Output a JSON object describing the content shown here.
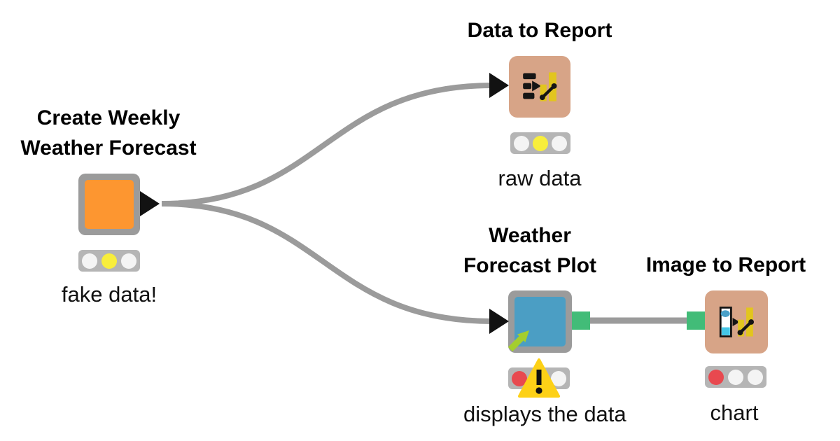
{
  "workflow": {
    "nodes": [
      {
        "id": "create-weekly-weather-forecast",
        "title_line1": "Create Weekly",
        "title_line2": "Weather Forecast",
        "annotation": "fake data!",
        "body_color": "#fd9630",
        "lamps": [
          "off",
          "yellow",
          "off"
        ],
        "has_warning": false,
        "ports": {
          "output": "data-triangle"
        }
      },
      {
        "id": "data-to-report",
        "title_line1": "Data to Report",
        "annotation": "raw data",
        "body_color": "#d7a487",
        "icon": "table-to-report-icon",
        "lamps": [
          "off",
          "yellow",
          "off"
        ],
        "has_warning": false,
        "ports": {
          "input": "data-triangle"
        }
      },
      {
        "id": "weather-forecast-plot",
        "title_line1": "Weather",
        "title_line2": "Forecast Plot",
        "annotation": "displays the data",
        "body_color": "#4b9ec4",
        "lamps": [
          "red",
          "off",
          "off"
        ],
        "has_warning": true,
        "is_component": true,
        "ports": {
          "input": "data-triangle",
          "output": "image-green"
        }
      },
      {
        "id": "image-to-report",
        "title_line1": "Image to Report",
        "annotation": "chart",
        "body_color": "#d7a487",
        "icon": "image-to-report-icon",
        "lamps": [
          "red",
          "off",
          "off"
        ],
        "has_warning": false,
        "ports": {
          "input": "image-green"
        }
      }
    ],
    "edges": [
      {
        "from": "create-weekly-weather-forecast",
        "to": "data-to-report"
      },
      {
        "from": "create-weekly-weather-forecast",
        "to": "weather-forecast-plot"
      },
      {
        "from": "weather-forecast-plot",
        "to": "image-to-report"
      }
    ],
    "colors": {
      "background": "#ffffff",
      "edge_gray": "#9b9b9b",
      "node_frame_gray": "#9b9b9b",
      "orange_node": "#fd9630",
      "blue_node": "#4b9ec4",
      "tan_node": "#d7a487",
      "green_port": "#42bc78",
      "traffic_bar": "#b5b5b5",
      "lamp_off": "#f4f4f4",
      "lamp_yellow": "#f8ee3c",
      "lamp_red": "#e8494f",
      "warning_yellow": "#fdd117",
      "component_arrow_green": "#a4ce2d",
      "icon_yellow": "#e2c51e"
    }
  }
}
